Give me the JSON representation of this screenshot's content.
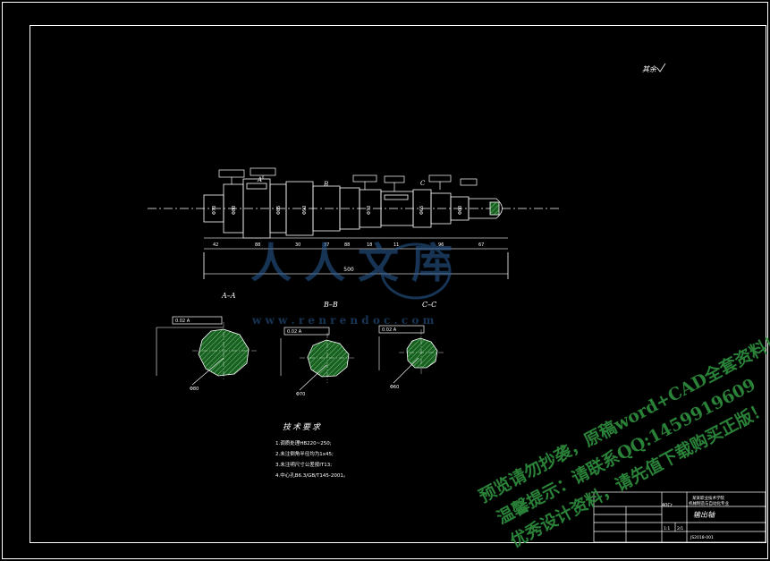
{
  "drawing": {
    "roughness_mark": "其余",
    "dimensions": {
      "total_length": "500",
      "left_segments": [
        "42",
        "88",
        "30",
        "37",
        "88"
      ],
      "right_segments": [
        "18",
        "11",
        "96",
        "67"
      ],
      "diameters_left": [
        "Φ70",
        "Φ80",
        "Φ85",
        "Φ90"
      ],
      "diameters_right": [
        "Φ70",
        "Φ65",
        "Φ60"
      ]
    },
    "section_labels": {
      "a": "A",
      "b": "B",
      "c": "C"
    },
    "sections": [
      {
        "title": "A–A",
        "diameter": "Φ80",
        "callout": "0.02 A"
      },
      {
        "title": "B–B",
        "diameter": "Φ70",
        "callout": "0.02 A"
      },
      {
        "title": "C–C",
        "diameter": "Φ60",
        "callout": "0.02 A"
      }
    ],
    "tech_requirements": {
      "heading": "技术要求",
      "items": [
        "1.调质处理HB220~250;",
        "2.未注倒角半径均为1x45;",
        "3.未注明尺寸公差按IT13;",
        "4.中心孔B6.3/GB/T145-2001。"
      ]
    },
    "title_block": {
      "material": "40Cr",
      "part_name": "输出轴",
      "company_line1": "某某职业技术学院",
      "company_line2": "机械制造与自动化专业",
      "scale": "1:1",
      "sheet": "2/1",
      "drawing_no": "JS2018-001"
    }
  },
  "watermark": {
    "logo_text": "人人文库",
    "logo_url_text": "w w w . r e n r e n d o c . c o m",
    "line1": "预览请勿抄袭，原稿word+CAD全套资料！",
    "line2": "温馨提示：请联系QQ:1459919609",
    "line3": "优秀设计资料，请先值下载购买正版！"
  },
  "colors": {
    "background": "#000000",
    "line": "#ffffff",
    "dim": "#e0e0e0",
    "hatch": "#2f8f3f",
    "watermark_green": "#2f8f3f",
    "watermark_blue": "#2a5f9a"
  }
}
